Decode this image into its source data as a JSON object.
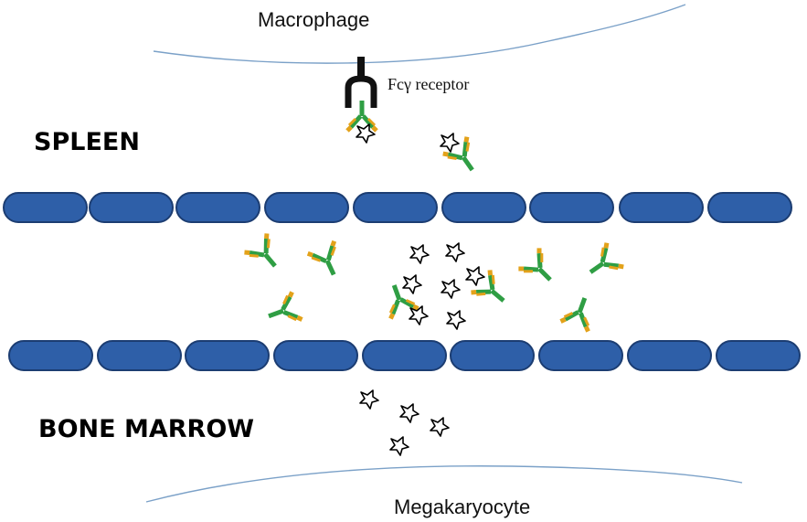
{
  "labels": {
    "macrophage": "Macrophage",
    "receptor": "Fcγ receptor",
    "spleen": "SPLEEN",
    "bone_marrow": "BONE MARROW",
    "megakaryocyte": "Megakaryocyte"
  },
  "colors": {
    "endothelial_cell": "#2e5fa8",
    "endothelial_outline": "#1c3d72",
    "membrane": "#7ba1c8",
    "antibody_heavy_chain": "#2f9e44",
    "antibody_light_chain": "#e3a21a",
    "receptor": "#111111"
  },
  "icons": {
    "platelet": "star-shaped-platelet",
    "antibody": "y-shaped-antibody",
    "receptor": "fc-gamma-receptor"
  }
}
